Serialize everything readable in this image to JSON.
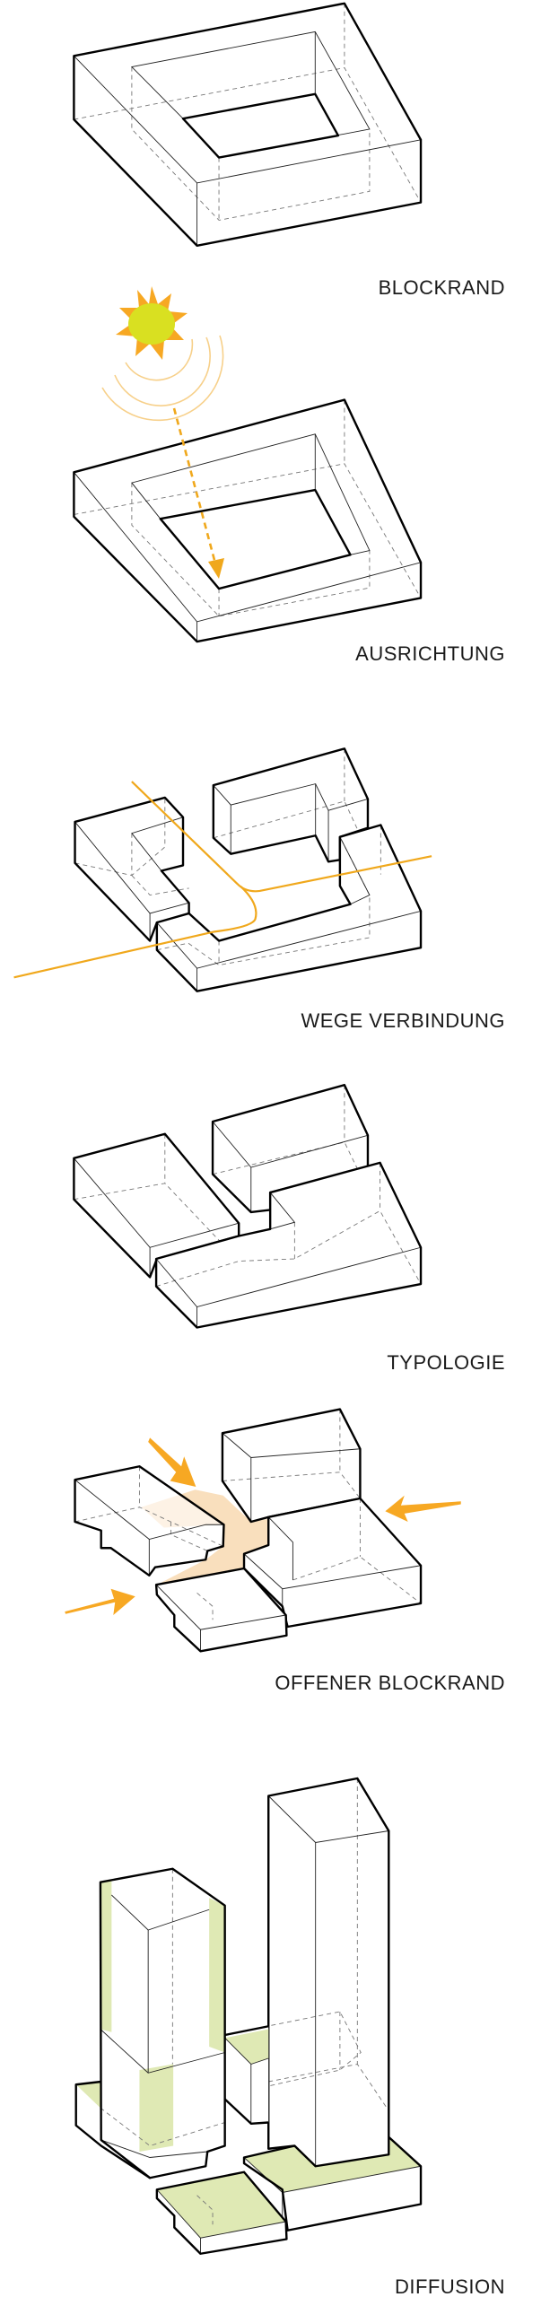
{
  "labels": {
    "blockrand": "BLOCKRAND",
    "ausrichtung": "AUSRICHTUNG",
    "wege_verbindung": "WEGE VERBINDUNG",
    "typologie": "TYPOLOGIE",
    "offener_blockrand": "OFFENER BLOCKRAND",
    "diffusion": "DIFFUSION"
  },
  "colors": {
    "sun_core": "#d9e021",
    "sun_rays": "#f7a823",
    "path_orange": "#f0a81c",
    "open_space": "#f9dfbd",
    "green_space": "#dfe9b4"
  }
}
